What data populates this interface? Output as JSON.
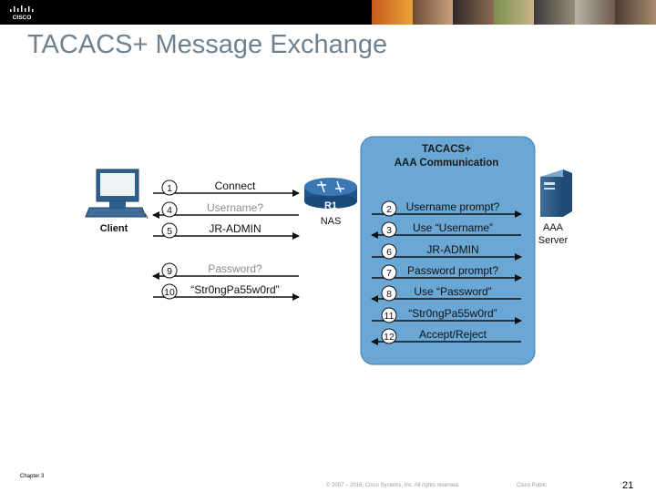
{
  "header": {
    "logo_text": "CISCO",
    "brand_color": "#000000"
  },
  "title": "TACACS+ Message Exchange",
  "diagram": {
    "aaa_box": {
      "title_line1": "TACACS+",
      "title_line2": "AAA Communication",
      "fill": "#6aa7d4"
    },
    "client_label": "Client",
    "router_label": "R1",
    "nas_label": "NAS",
    "server_label_1": "AAA",
    "server_label_2": "Server",
    "left_messages": [
      {
        "num": "1",
        "text": "Connect",
        "direction": "right",
        "style": "solid"
      },
      {
        "num": "4",
        "text": "Username?",
        "direction": "left",
        "style": "faded"
      },
      {
        "num": "5",
        "text": "JR-ADMIN",
        "direction": "right",
        "style": "solid"
      },
      {
        "num": "9",
        "text": "Password?",
        "direction": "left",
        "style": "faded"
      },
      {
        "num": "10",
        "text": "“Str0ngPa55w0rd”",
        "direction": "right",
        "style": "solid"
      }
    ],
    "right_messages": [
      {
        "num": "2",
        "text": "Username prompt?",
        "direction": "right"
      },
      {
        "num": "3",
        "text": "Use “Username”",
        "direction": "left"
      },
      {
        "num": "6",
        "text": "JR-ADMIN",
        "direction": "right"
      },
      {
        "num": "7",
        "text": "Password prompt?",
        "direction": "right"
      },
      {
        "num": "8",
        "text": "Use “Password”",
        "direction": "left"
      },
      {
        "num": "11",
        "text": "“Str0ngPa55w0rd”",
        "direction": "right"
      },
      {
        "num": "12",
        "text": "Accept/Reject",
        "direction": "left"
      }
    ]
  },
  "footer": {
    "chapter": "Chapter 3",
    "copyright": "© 2007 – 2016, Cisco Systems, Inc. All rights reserved.",
    "classification": "Cisco Public",
    "page_number": "21"
  }
}
